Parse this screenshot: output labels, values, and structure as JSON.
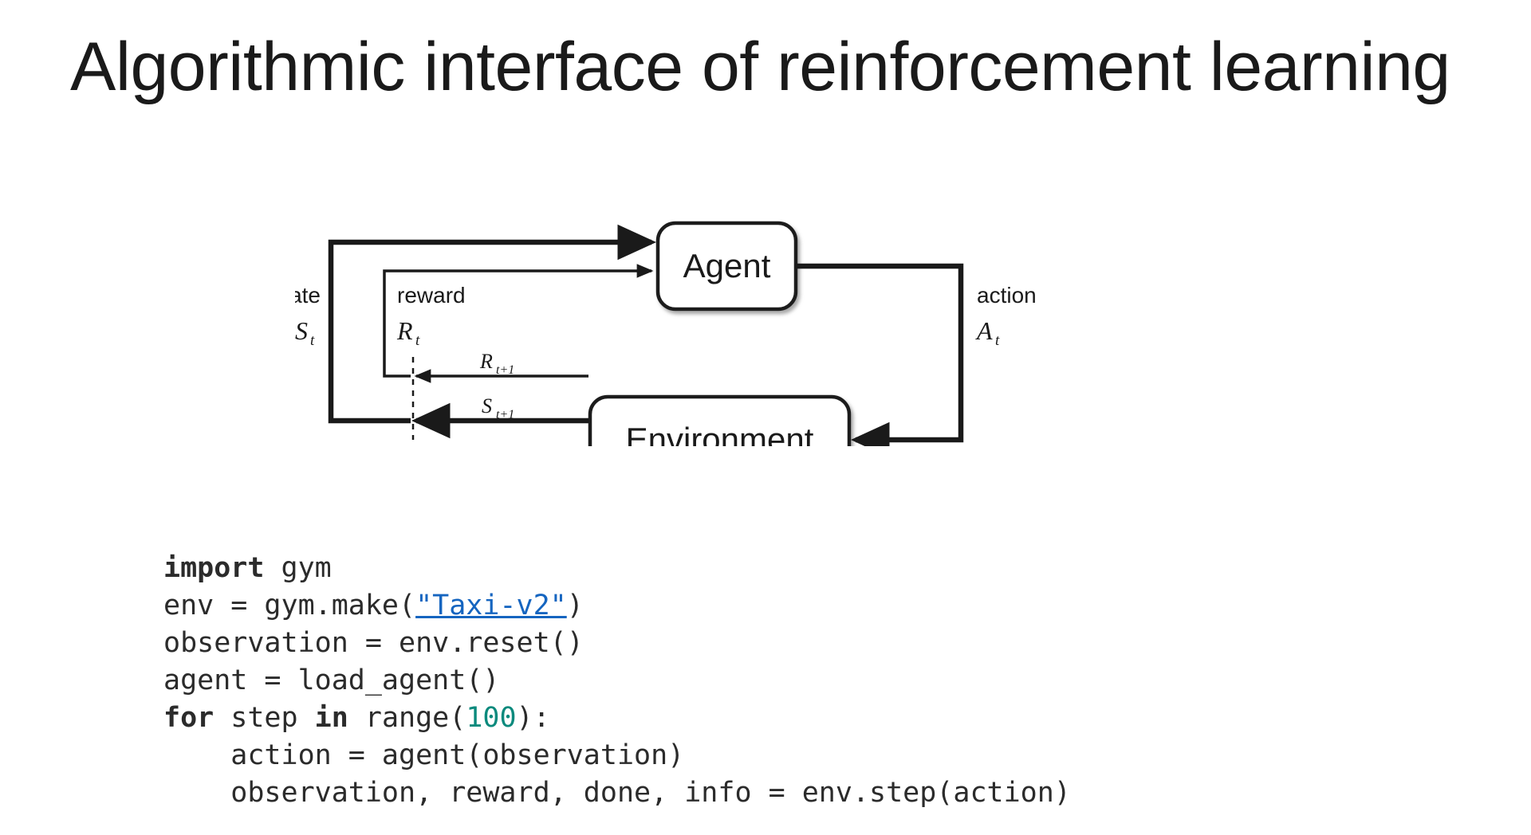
{
  "slide": {
    "title": "Algorithmic interface of reinforcement learning",
    "background_color": "#ffffff",
    "text_color": "#1a1a1a"
  },
  "diagram": {
    "name": "agent-environment-interaction-loop",
    "agent_box_label": "Agent",
    "environment_box_label": "Environment",
    "labels": {
      "state_word": "state",
      "state_symbol": "S",
      "state_subscript": "t",
      "reward_word": "reward",
      "reward_symbol": "R",
      "reward_subscript": "t",
      "action_word": "action",
      "action_symbol": "A",
      "action_subscript": "t",
      "next_reward_symbol": "R",
      "next_reward_subscript": "t+1",
      "next_state_symbol": "S",
      "next_state_subscript": "t+1"
    },
    "stroke_color": "#1a1a1a"
  },
  "code": {
    "language": "python",
    "keyword_color": "#2b2b2b",
    "number_color": "#0b8a7d",
    "link_color": "#1565c0",
    "lines": [
      {
        "id": "line-1",
        "tokens": [
          {
            "type": "keyword",
            "text": "import"
          },
          {
            "type": "plain",
            "text": " gym"
          }
        ]
      },
      {
        "id": "line-2",
        "tokens": [
          {
            "type": "plain",
            "text": "env = gym.make("
          },
          {
            "type": "link",
            "text": "\"Taxi-v2\""
          },
          {
            "type": "plain",
            "text": ")"
          }
        ]
      },
      {
        "id": "line-3",
        "tokens": [
          {
            "type": "plain",
            "text": "observation = env.reset()"
          }
        ]
      },
      {
        "id": "line-4",
        "tokens": [
          {
            "type": "plain",
            "text": "agent = load_agent()"
          }
        ]
      },
      {
        "id": "line-5",
        "tokens": [
          {
            "type": "keyword",
            "text": "for"
          },
          {
            "type": "plain",
            "text": " step "
          },
          {
            "type": "keyword",
            "text": "in"
          },
          {
            "type": "plain",
            "text": " range("
          },
          {
            "type": "number",
            "text": "100"
          },
          {
            "type": "plain",
            "text": "):"
          }
        ]
      },
      {
        "id": "line-6",
        "tokens": [
          {
            "type": "plain",
            "text": "    action = agent(observation)"
          }
        ]
      },
      {
        "id": "line-7",
        "tokens": [
          {
            "type": "plain",
            "text": "    observation, reward, done, info = env.step(action)"
          }
        ]
      }
    ]
  }
}
